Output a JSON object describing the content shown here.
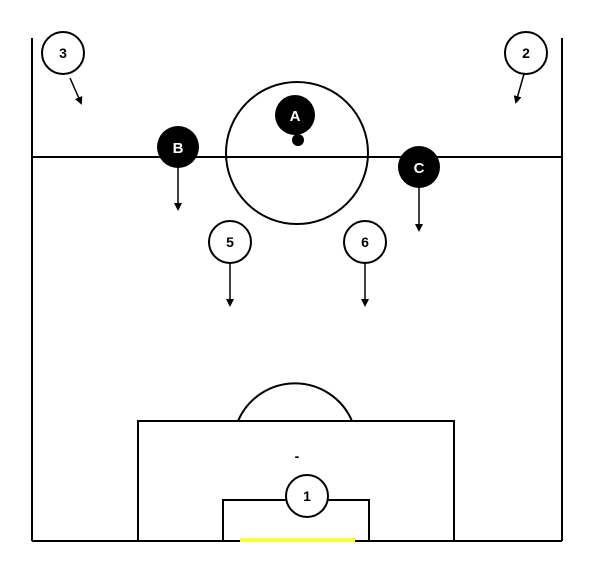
{
  "pitch": {
    "line_color": "#000000",
    "background": "#ffffff",
    "goal_line_color": "#ffff33"
  },
  "attackers": {
    "fill": "#000000",
    "text_color": "#ffffff",
    "players": [
      {
        "label": "A"
      },
      {
        "label": "B"
      },
      {
        "label": "C"
      }
    ]
  },
  "defenders": {
    "fill": "#ffffff",
    "text_color": "#000000",
    "players": [
      {
        "label": "1"
      },
      {
        "label": "2"
      },
      {
        "label": "3"
      },
      {
        "label": "5"
      },
      {
        "label": "6"
      }
    ]
  },
  "penalty_spot_mark": "-",
  "ball_color": "#000000"
}
